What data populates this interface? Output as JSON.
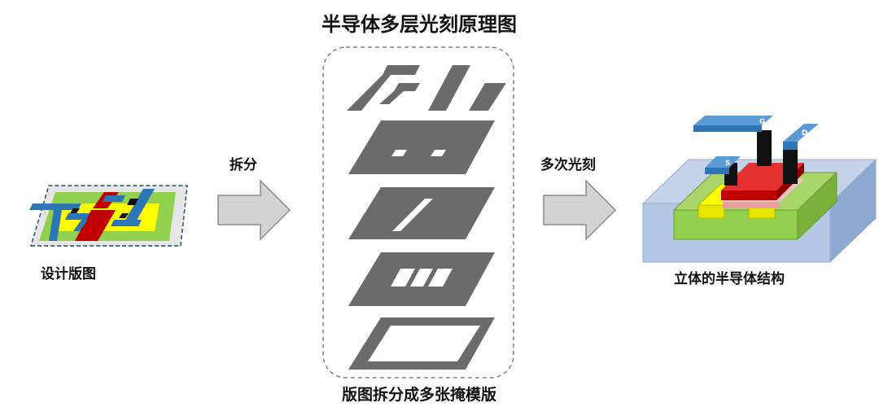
{
  "title": "半导体多层光刻原理图",
  "labels": {
    "layout": "设计版图",
    "split": "拆分",
    "litho": "多次光刻",
    "structure_3d": "立体的半导体结构",
    "masks": "版图拆分成多张掩模版"
  },
  "terminals": {
    "source": "S",
    "gate": "G",
    "drain": "D"
  },
  "colors": {
    "mask_gray": "#6b6b6b",
    "arrow_fill": "#d3d3d3",
    "substrate": "#b4c7e7",
    "active_green": "#92d050",
    "contact_yellow": "#ffff00",
    "gate_red": "#c00000",
    "metal_blue": "#2e75b6",
    "via_black": "#111111"
  }
}
